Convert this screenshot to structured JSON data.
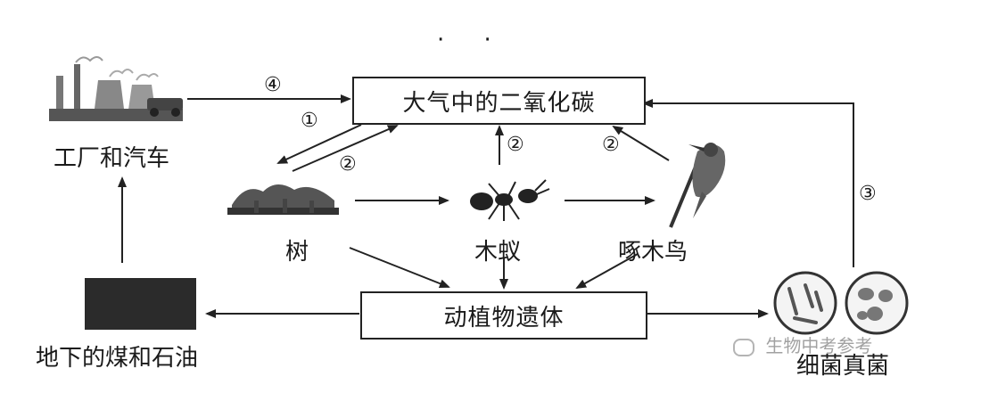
{
  "boxes": {
    "atmosphere_co2": "大气中的二氧化碳",
    "remains": "动植物遗体"
  },
  "labels": {
    "factory_car": "工厂和汽车",
    "tree": "树",
    "ant": "木蚁",
    "woodpecker": "啄木鸟",
    "coal_oil": "地下的煤和石油",
    "bacteria_fungi": "细菌真菌"
  },
  "process_numbers": {
    "p1": "①",
    "p2": "②",
    "p3": "③",
    "p4": "④"
  },
  "decor": {
    "dots": "· ·",
    "watermark": "生物中考参考"
  },
  "icons": {
    "factory": "factory-car-icon",
    "tree": "tree-icon",
    "ant": "ant-icon",
    "woodpecker": "woodpecker-icon",
    "coal": "coal-block-icon",
    "bacteria": "bacteria-fungi-icon",
    "wechat": "wechat-icon"
  }
}
